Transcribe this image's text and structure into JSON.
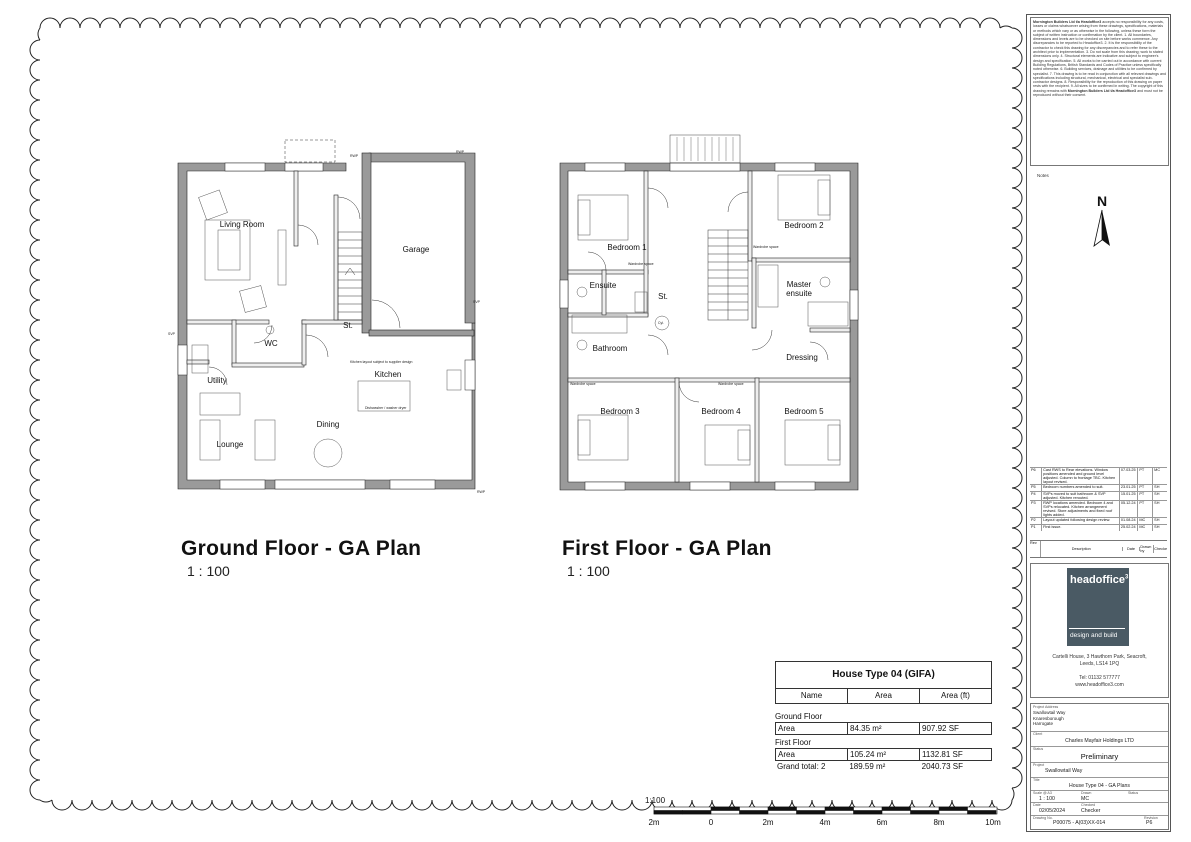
{
  "plans": {
    "ground": {
      "title": "Ground Floor - GA Plan",
      "scale": "1 : 100",
      "rooms": {
        "living": "Living Room",
        "garage": "Garage",
        "store": "St.",
        "wc": "WC",
        "utility": "Utility",
        "kitchen": "Kitchen",
        "dining": "Dining",
        "lounge": "Lounge"
      },
      "notes": {
        "kitchen_layout": "Kitchen layout subject to supplier design",
        "dishwasher": "Dishwasher / washer dryer",
        "rwp": "RWP",
        "svp": "SVP"
      }
    },
    "first": {
      "title": "First Floor - GA Plan",
      "scale": "1 : 100",
      "rooms": {
        "bed1": "Bedroom 1",
        "bed2": "Bedroom 2",
        "ensuite": "Ensuite",
        "store": "St.",
        "master_ensuite_1": "Master",
        "master_ensuite_2": "ensuite",
        "bathroom": "Bathroom",
        "dressing": "Dressing",
        "bed3": "Bedroom 3",
        "bed4": "Bedroom 4",
        "bed5": "Bedroom 5",
        "wardrobe": "Wardrobe space",
        "cyl": "Cyl."
      }
    }
  },
  "area_table": {
    "title": "House Type 04 (GIFA)",
    "headers": [
      "Name",
      "Area",
      "Area (ft)"
    ],
    "groups": [
      {
        "label": "Ground Floor",
        "rows": [
          [
            "Area",
            "84.35 m²",
            "907.92 SF"
          ]
        ]
      },
      {
        "label": "First Floor",
        "rows": [
          [
            "Area",
            "105.24 m²",
            "1132.81 SF"
          ]
        ]
      }
    ],
    "total": [
      "Grand total: 2",
      "189.59 m²",
      "2040.73 SF"
    ]
  },
  "scale_bar": {
    "label": "1:100",
    "ticks": [
      "2m",
      "0",
      "2m",
      "4m",
      "6m",
      "8m",
      "10m"
    ]
  },
  "north": "N",
  "title_block": {
    "notes_lead": "Mornington Builders Ltd t/a Headoffice3",
    "notes_body": "accepts no responsibility for any costs, losses or claims whatsoever arising from these drawings, specifications, materials or methods which vary or as otherwise in the following, unless these form the subject of written instruction or confirmation by the client. 1. All boundaries, dimensions and levels are to be checked on site before works commence. Any discrepancies to be reported to Headoffice3. 2. It is the responsibility of the contractor to check this drawing for any discrepancies and to refer these to the architect prior to implementation. 3. Do not scale from this drawing; work to stated dimensions only. 4. Structural elements are indicative and subject to engineer's design and specification. 5. All works to be carried out in accordance with current Building Regulations, British Standards and Codes of Practice unless specifically noted otherwise. 6. Building services, drainage and utilities to be confirmed by specialist. 7. This drawing is to be read in conjunction with all relevant drawings and specifications including structural, mechanical, electrical and specialist sub-contractor designs. 8. Responsibility for the reproduction of this drawing on paper rests with the recipient. 9. All sizes to be confirmed in writing. The copyright of this drawing remains with",
    "notes_tail": "and must not be reproduced without their consent.",
    "notes_label": "Notes",
    "revisions": [
      [
        "P6",
        "Cast RWS to Rear elevations. Window positions amended and ground level adjusted. Column to frontage TBC. Kitchen layout revised.",
        "07.03.25",
        "PT",
        "MC"
      ],
      [
        "P5",
        "Bedroom numbers amended to suit.",
        "23.01.25",
        "PT",
        "SH"
      ],
      [
        "P4",
        "SVPs moved to suit bathroom & SVP adjusted. Kitchen rerouted.",
        "15.01.25",
        "PT",
        "SH"
      ],
      [
        "P3",
        "RWP locations amended. Bedroom 4 and SVPs relocated. Kitchen arrangement revised. Store adjustments and fixed roof lights added.",
        "05.12.24",
        "PT",
        "SH"
      ],
      [
        "P2",
        "Layout updated following design review.",
        "01.08.24",
        "MC",
        "SH"
      ],
      [
        "P1",
        "First issue.",
        "25.02.24",
        "MC",
        "SH"
      ]
    ],
    "rev_headers": [
      "Rev",
      "Description",
      "Date",
      "Drawn by",
      "Checked"
    ],
    "company_name": "headoffice",
    "company_sup": "3",
    "company_tag": "design and build",
    "address_1": "Cartelli House, 3 Hawthorn Park, Seacroft,",
    "address_2": "Leeds, LS14 1PQ",
    "tel": "Tel: 01132 577777",
    "web": "www.headoffice3.com",
    "project_address_label": "Project Address",
    "project_address": [
      "Swallowtail Way",
      "Knaresborough",
      "Harrogate"
    ],
    "client_label": "Client",
    "client": "Charles Mayfair Holdings LTD",
    "status_label": "Status",
    "status": "Preliminary",
    "project_label": "Project",
    "project": "Swallowtail Way",
    "title_label": "Title",
    "title": "House Type 04 - GA Plans",
    "scale_label": "Scale @ A3",
    "scale": "1 : 100",
    "drawn_label": "Drawn",
    "drawn": "MC",
    "status2_label": "Status",
    "date_label": "Date",
    "date": "02/05/2024",
    "checked_label": "Checked",
    "checked": "Checker",
    "drawing_label": "Drawing No.",
    "drawing": "P00075 - A(03)XX-014",
    "revision_label": "Revision",
    "revision": "P6"
  }
}
